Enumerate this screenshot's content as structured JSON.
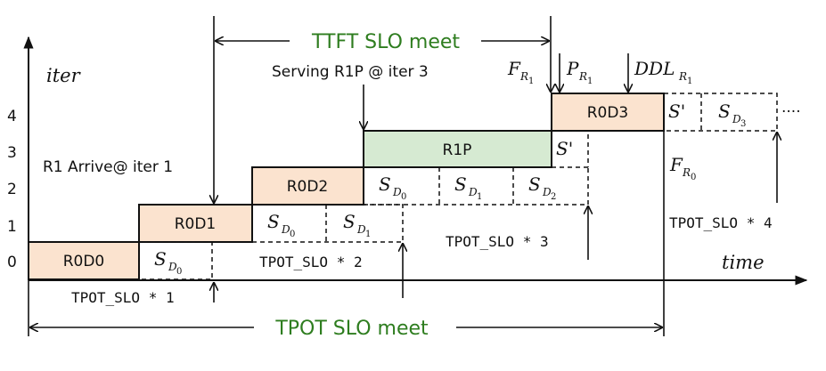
{
  "colors": {
    "decode_fill": "#fbe3cf",
    "prefill_fill": "#d6ead2",
    "green_text": "#2e7d1f",
    "line": "#111111"
  },
  "axes": {
    "y_label": "iter",
    "x_label": "time",
    "y_ticks": [
      "0",
      "1",
      "2",
      "3",
      "4"
    ]
  },
  "blocks": {
    "r0d0": "R0D0",
    "r0d1": "R0D1",
    "r0d2": "R0D2",
    "r1p": "R1P",
    "r0d3": "R0D3"
  },
  "slots": {
    "s": "S",
    "d": "D",
    "sub0": "0",
    "sub1": "1",
    "sub2": "2",
    "sub3": "3",
    "sprime": "S'",
    "ellipsis": "····"
  },
  "annotations": {
    "ttft": "TTFT SLO meet",
    "tpot": "TPOT SLO meet",
    "serving": "Serving R1P @ iter 3",
    "r1_arrive": "R1 Arrive@ iter 1",
    "tpot1": "TPOT_SLO * 1",
    "tpot2": "TPOT_SLO * 2",
    "tpot3": "TPOT_SLO * 3",
    "tpot4": "TPOT_SLO * 4",
    "f": "F",
    "p": "P",
    "ddl": "DDL",
    "r": "R",
    "r_sub1": "1",
    "r_sub0": "0"
  }
}
